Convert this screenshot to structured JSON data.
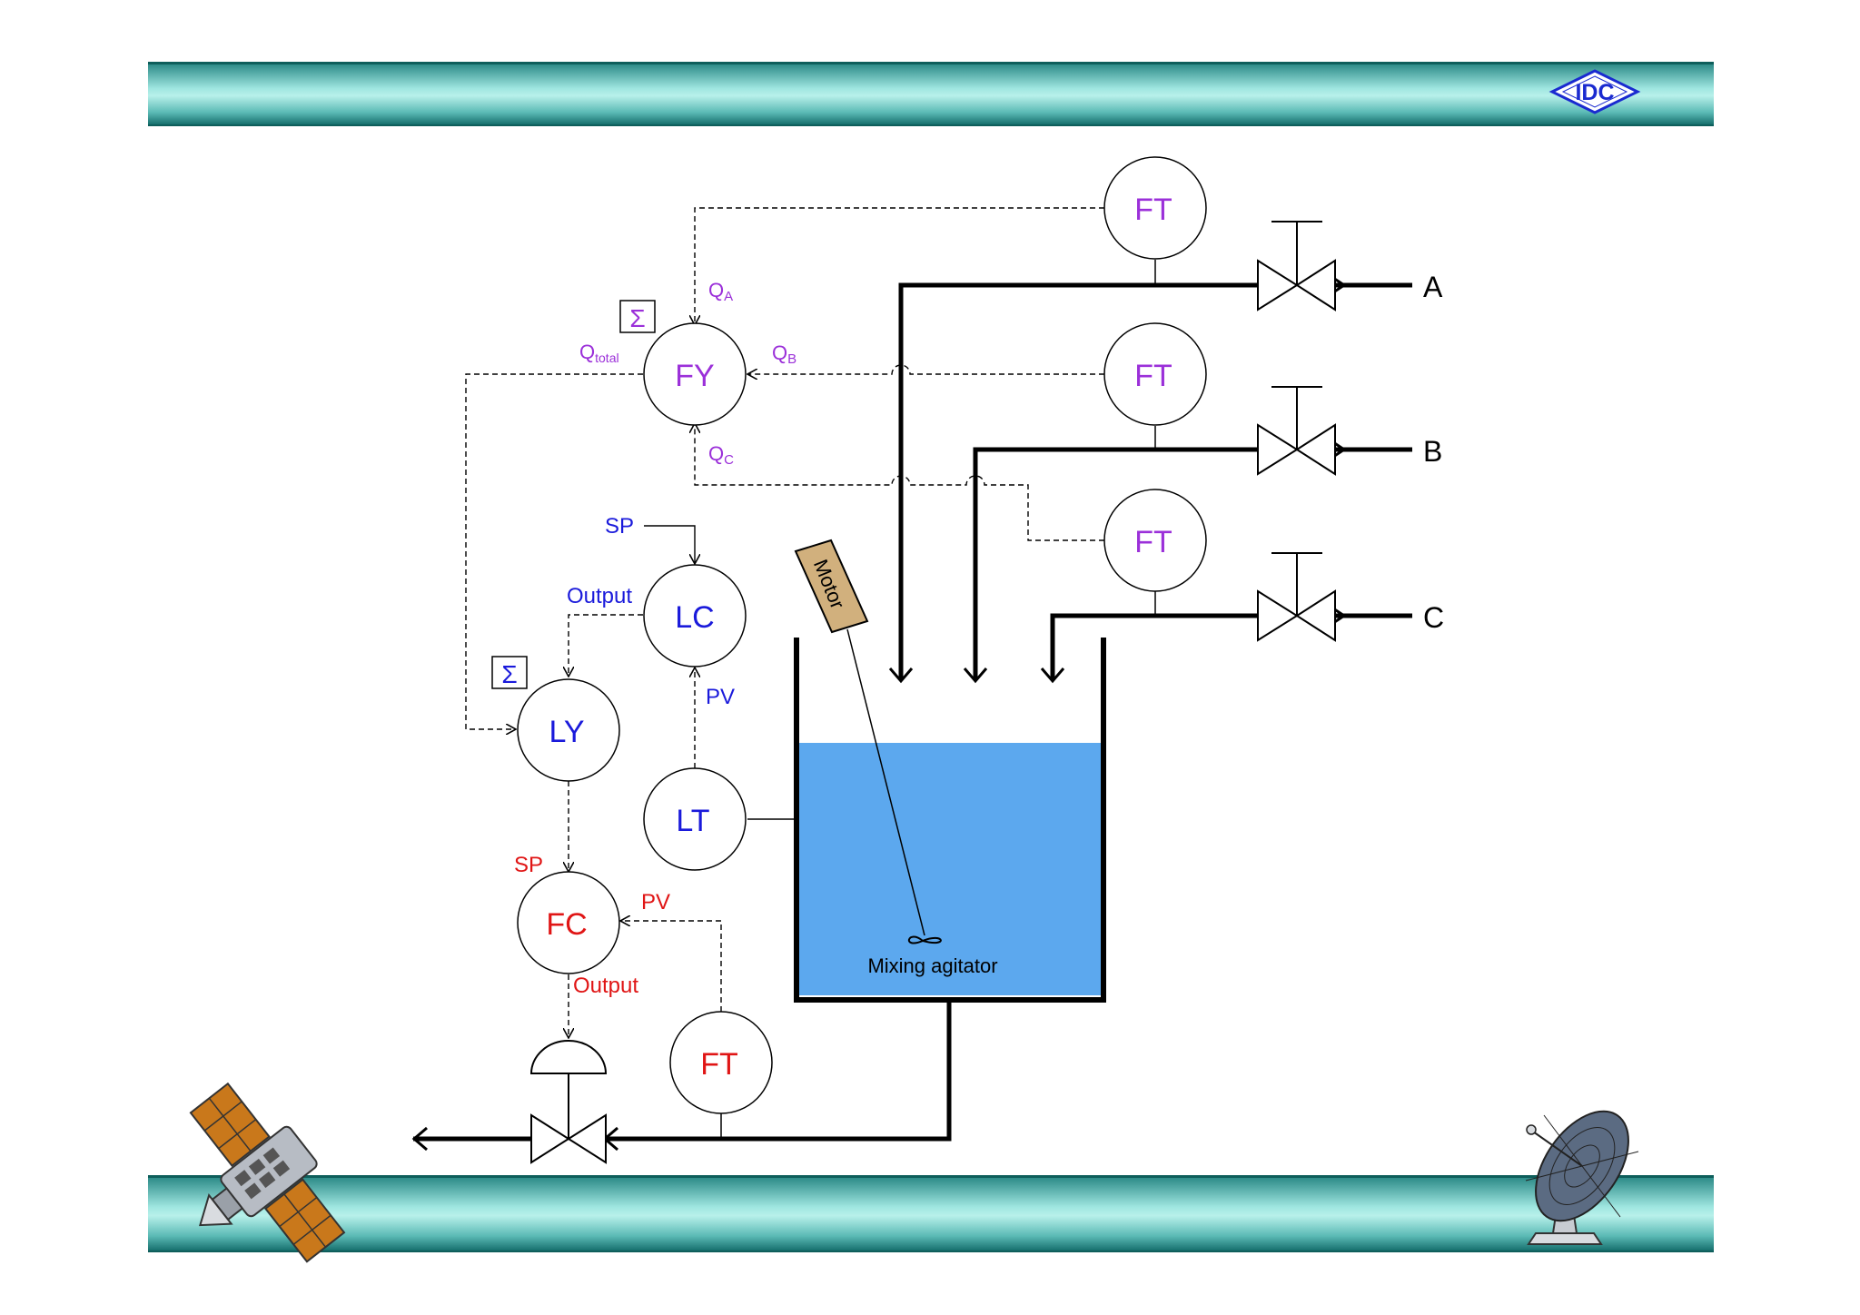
{
  "logo": {
    "text": "IDC"
  },
  "instruments": {
    "ft_a": "FT",
    "ft_b": "FT",
    "ft_c": "FT",
    "fy": "FY",
    "lc": "LC",
    "ly": "LY",
    "lt": "LT",
    "fc": "FC",
    "ft_out": "FT"
  },
  "sum_symbol": "Σ",
  "signals": {
    "qa": "A",
    "qb": "B",
    "qc": "C",
    "qtotal": "total",
    "q": "Q",
    "lc_sp": "SP",
    "lc_output": "Output",
    "lc_pv": "PV",
    "fc_sp": "SP",
    "fc_pv": "PV",
    "fc_output": "Output"
  },
  "streams": {
    "a": "A",
    "b": "B",
    "c": "C"
  },
  "motor_label": "Motor",
  "agitator_label": "Mixing agitator",
  "colors": {
    "flow_purple": "#9b30d9",
    "level_blue": "#1a1adb",
    "flow_red": "#e01515",
    "liquid": "#5ca8ee",
    "motor": "#d1b07d",
    "band": "#2e8c89"
  }
}
